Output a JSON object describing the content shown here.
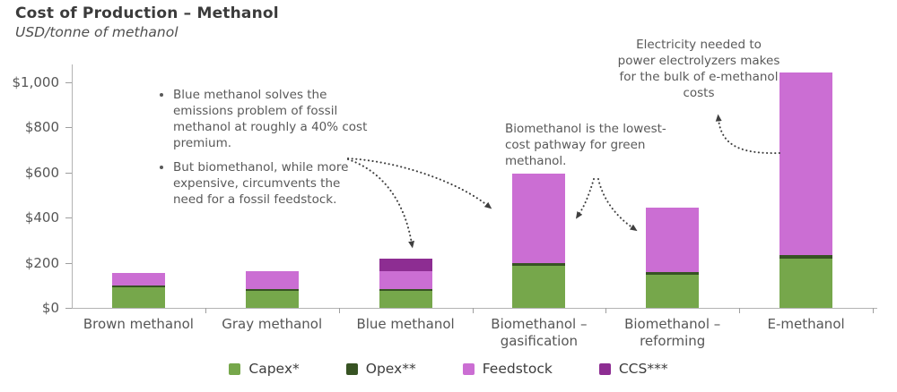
{
  "header": {
    "title": "Cost of Production – Methanol",
    "subtitle": "USD/tonne of methanol"
  },
  "chart_data": {
    "type": "bar",
    "stacked": true,
    "title": "Cost of Production – Methanol",
    "ylabel": "USD/tonne of methanol",
    "grid": false,
    "legend_position": "bottom",
    "categories": [
      "Brown methanol",
      "Gray methanol",
      "Blue methanol",
      "Biomethanol –\ngasification",
      "Biomethanol –\nreforming",
      "E-methanol"
    ],
    "series": [
      {
        "name": "Capex*",
        "color": "#76a74b",
        "values": [
          90,
          75,
          75,
          185,
          148,
          220
        ]
      },
      {
        "name": "Opex**",
        "color": "#375323",
        "values": [
          8,
          8,
          8,
          12,
          12,
          14
        ]
      },
      {
        "name": "Feedstock",
        "color": "#cb6ed3",
        "values": [
          57,
          80,
          80,
          398,
          285,
          811
        ]
      },
      {
        "name": "CCS***",
        "color": "#8d2d92",
        "values": [
          0,
          0,
          55,
          0,
          0,
          0
        ]
      }
    ],
    "totals": [
      155,
      163,
      218,
      595,
      445,
      1045
    ],
    "y_axis": {
      "ticks": [
        0,
        200,
        400,
        600,
        800,
        1000
      ],
      "tick_labels": [
        "$0",
        "$200",
        "$400",
        "$600",
        "$800",
        "$1,000"
      ],
      "range": [
        0,
        1080
      ]
    }
  },
  "annotations": {
    "bullets": [
      "Blue methanol solves the emissions problem of fossil methanol at roughly a 40% cost premium.",
      "But biomethanol, while more expensive, circumvents the need for a fossil feedstock."
    ],
    "biomethanol_note": "Biomethanol is the lowest-cost pathway for green methanol.",
    "emethanol_note": "Electricity needed to power electrolyzers makes for the bulk of e-methanol costs"
  }
}
